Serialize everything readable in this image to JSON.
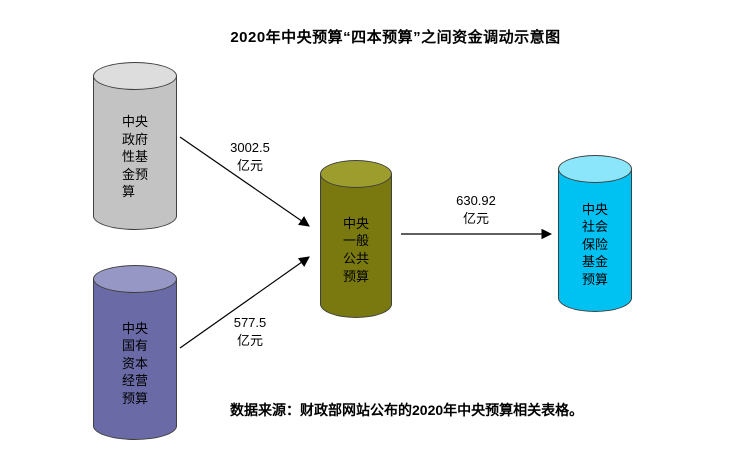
{
  "title": "2020年中央预算“四本预算”之间资金调动示意图",
  "source_note": "数据来源：财政部网站公布的2020年中央预算相关表格。",
  "nodes": [
    {
      "id": "central-government-fund-budget",
      "label": "中央\n政府\n性基\n金预\n算",
      "body_color": "#c3c3c3",
      "top_color": "#dddddd"
    },
    {
      "id": "central-soe-capital-operating-budget",
      "label": "中央\n国有\n资本\n经营\n预算",
      "body_color": "#6a6aa6",
      "top_color": "#9797c6"
    },
    {
      "id": "central-general-public-budget",
      "label": "中央\n一般\n公共\n预算",
      "body_color": "#79790f",
      "top_color": "#9d9d2e"
    },
    {
      "id": "central-social-insurance-fund-budget",
      "label": "中央\n社会\n保险\n基金\n预算",
      "body_color": "#00c2f2",
      "top_color": "#8ce6fb"
    }
  ],
  "flows": [
    {
      "from": "central-government-fund-budget",
      "to": "central-general-public-budget",
      "label": "3002.5\n亿元"
    },
    {
      "from": "central-soe-capital-operating-budget",
      "to": "central-general-public-budget",
      "label": "577.5\n亿元"
    },
    {
      "from": "central-general-public-budget",
      "to": "central-social-insurance-fund-budget",
      "label": "630.92\n亿元"
    }
  ]
}
